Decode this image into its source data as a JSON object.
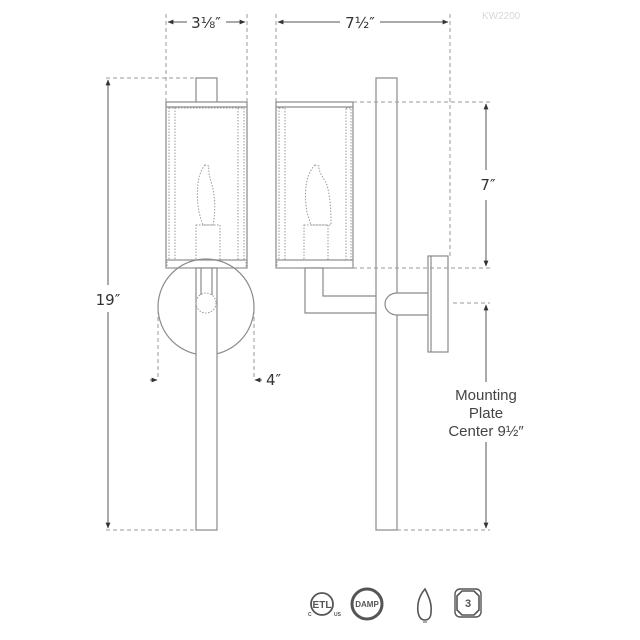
{
  "drawing": {
    "title": "Wall sconce dimension drawing",
    "watermark": "KW2200",
    "front_view": {
      "width_label": "3⅛″",
      "height_label": "19″",
      "backplate_label": "4″"
    },
    "side_view": {
      "extension_label": "7½″",
      "shade_height_label": "7″",
      "mounting_label_line1": "Mounting",
      "mounting_label_line2": "Plate",
      "mounting_label_line3": "Center 9½″"
    },
    "colors": {
      "line": "#8a8a8a",
      "dimension": "#555555",
      "text": "#333333",
      "background": "#ffffff"
    }
  },
  "certifications": {
    "icons": [
      {
        "name": "etl-listed-icon",
        "label": "ETL",
        "small_left": "C",
        "small_right": "US"
      },
      {
        "name": "damp-rated-icon",
        "label": "DAMP"
      },
      {
        "name": "candelabra-bulb-icon",
        "label": ""
      },
      {
        "name": "bulb-count-icon",
        "label": "3"
      }
    ]
  }
}
